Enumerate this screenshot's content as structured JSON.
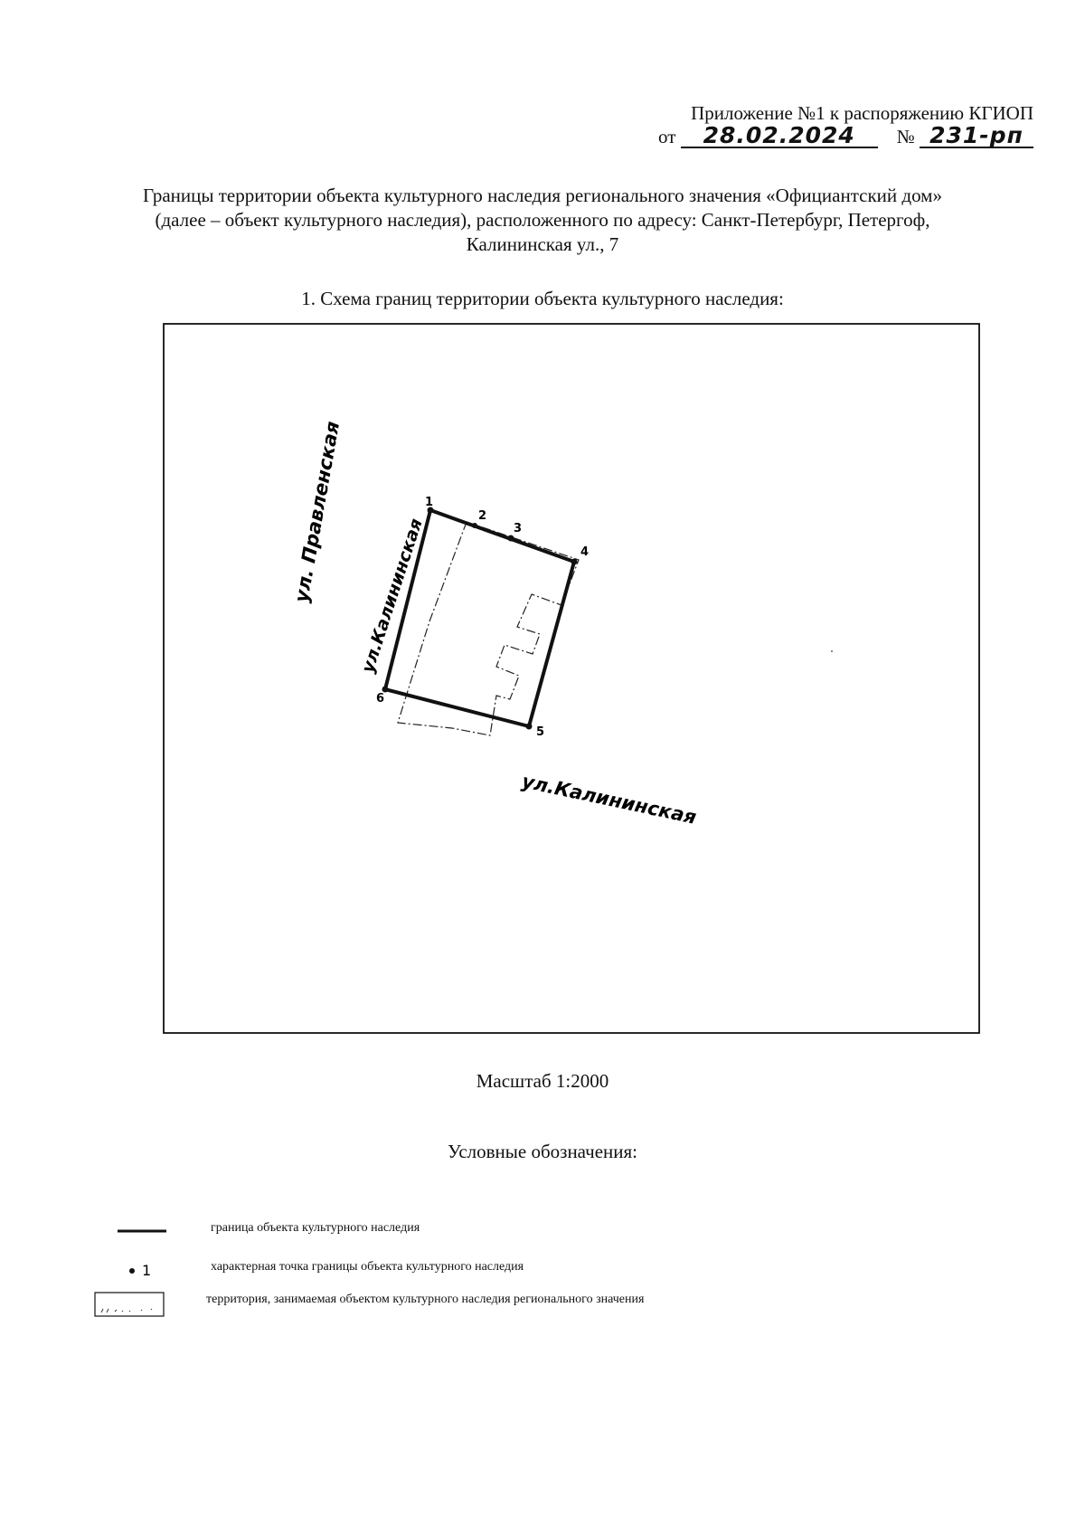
{
  "header": {
    "appendix_title": "Приложение №1 к распоряжению КГИОП",
    "date_prefix": "от",
    "date_handwritten": "28.02.2024",
    "number_prefix": "№",
    "number_handwritten": "231-рп"
  },
  "title": {
    "line1": "Границы территории объекта культурного наследия регионального значения «Официантский дом»",
    "line2": "(далее – объект культурного наследия), расположенного по адресу: Санкт-Петербург, Петергоф,",
    "line3": "Калининская ул., 7"
  },
  "section": {
    "heading": "1.  Схема границ территории объекта культурного наследия:"
  },
  "map": {
    "street_labels": {
      "pravlenskaya": "ул. Правленская",
      "kalininskaya_side": "ул.Калининская",
      "kalininskaya_bottom": "ул.Калининская"
    },
    "points": [
      "1",
      "2",
      "3",
      "4",
      "5",
      "6"
    ]
  },
  "scale": "Масштаб 1:2000",
  "legend": {
    "heading": "Условные обозначения:",
    "items": [
      {
        "symbol": "line",
        "text": "граница объекта культурного наследия"
      },
      {
        "symbol": "point",
        "symbol_label": "1",
        "text": "характерная точка границы объекта культурного наследия"
      },
      {
        "symbol": "area",
        "text": "территория, занимаемая объектом культурного наследия регионального значения"
      }
    ]
  }
}
